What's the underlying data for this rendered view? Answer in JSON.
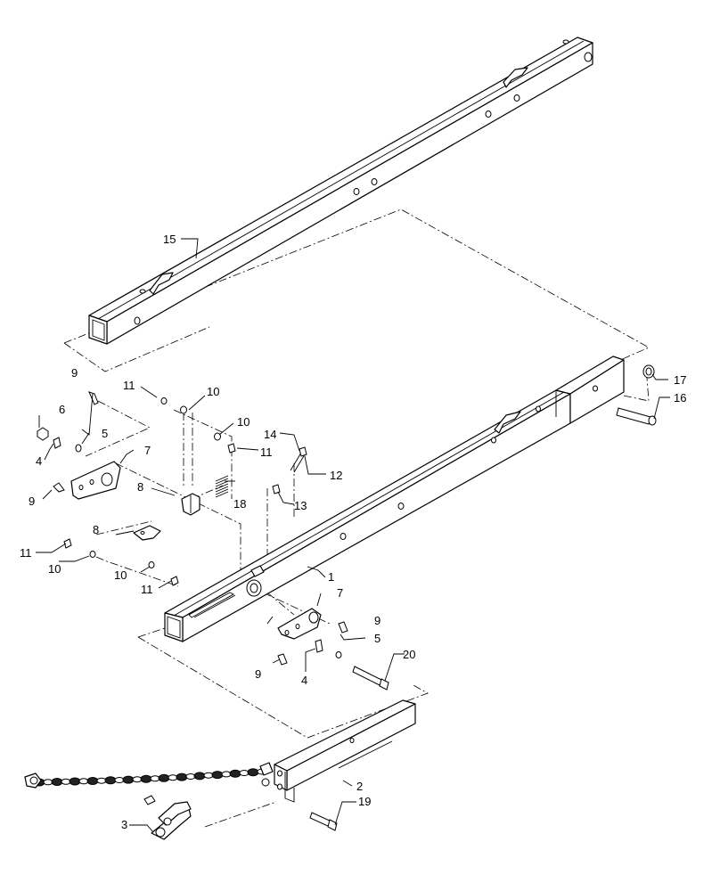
{
  "callouts": {
    "c1": "1",
    "c2": "2",
    "c3": "3",
    "c4a": "4",
    "c4b": "4",
    "c5a": "5",
    "c5b": "5",
    "c6": "6",
    "c7a": "7",
    "c7b": "7",
    "c8a": "8",
    "c8b": "8",
    "c9a": "9",
    "c9b": "9",
    "c9c": "9",
    "c9d": "9",
    "c10a": "10",
    "c10b": "10",
    "c10c": "10",
    "c10d": "10",
    "c11a": "11",
    "c11b": "11",
    "c11c": "11",
    "c11d": "11",
    "c12": "12",
    "c13": "13",
    "c14": "14",
    "c15": "15",
    "c16": "16",
    "c17": "17",
    "c18": "18",
    "c19": "19",
    "c20": "20"
  }
}
